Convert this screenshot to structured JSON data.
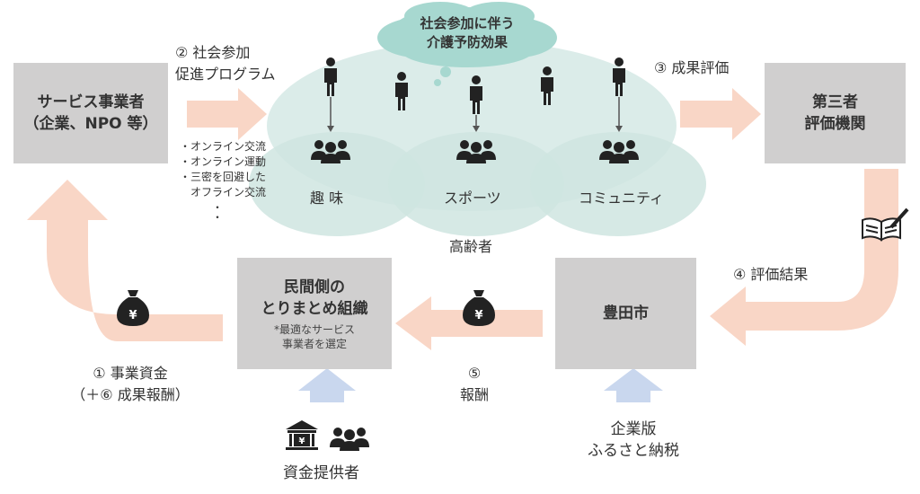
{
  "boxes": {
    "service_provider": {
      "line1": "サービス事業者",
      "line2": "（企業、NPO 等）"
    },
    "third_party": {
      "line1": "第三者",
      "line2": "評価機関"
    },
    "toyota_city": {
      "line1": "豊田市"
    },
    "intermediary": {
      "line1": "民間側の",
      "line2": "とりまとめ組織",
      "note1": "*最適なサービス",
      "note2": "事業者を選定"
    }
  },
  "steps": {
    "step2_line1": "② 社会参加",
    "step2_line2": "促進プログラム",
    "step3": "③ 成果評価",
    "step4": "④ 評価結果",
    "step5_line1": "⑤",
    "step5_line2": "報酬",
    "step1_line1": "① 事業資金",
    "step1_line2": "（＋⑥ 成果報酬）"
  },
  "programs": [
    "オンライン交流",
    "オンライン運動",
    "三密を回避した",
    "オフライン交流",
    "・",
    "・"
  ],
  "cloud": {
    "line1": "社会参加に伴う",
    "line2": "介護予防効果"
  },
  "circles": {
    "hobby": "趣 味",
    "sports": "スポーツ",
    "community": "コミュニティ"
  },
  "elderly_label": "高齢者",
  "sources": {
    "funders": "資金提供者",
    "corporate_tax_line1": "企業版",
    "corporate_tax_line2": "ふるさと納税"
  },
  "colors": {
    "arrow": "#f9d6c6",
    "box": "#d0cfcf",
    "circle": "#cfe5e1",
    "cloud": "#a7d8d0",
    "up_arrow": "#c9d7ee",
    "icon": "#222222"
  },
  "icons": {
    "money_bag": "money-bag-icon",
    "group": "group-icon",
    "person": "person-icon",
    "book_pen": "book-pen-icon",
    "bank": "bank-icon"
  }
}
